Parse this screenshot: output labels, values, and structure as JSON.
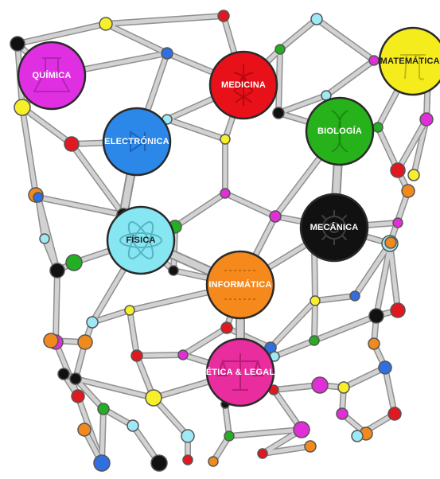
{
  "hubs": [
    {
      "key": "quimica",
      "label": "QUÍMICA",
      "color": "#e02fe2",
      "emblem": "flask-icon"
    },
    {
      "key": "medicina",
      "label": "MEDICINA",
      "color": "#e8111a",
      "emblem": "caduceus-icon"
    },
    {
      "key": "matematicas",
      "label": "MATEMÁTICAS",
      "color": "#f5ec1d",
      "emblem": "pi-icon"
    },
    {
      "key": "electronica",
      "label": "ELECTRÓNICA",
      "color": "#2b87e8",
      "emblem": "diode-icon"
    },
    {
      "key": "biologia",
      "label": "BIOLOGÍA",
      "color": "#27b21c",
      "emblem": "dna-icon"
    },
    {
      "key": "fisica",
      "label": "FÍSICA",
      "color": "#86e6f2",
      "emblem": "atom-icon"
    },
    {
      "key": "mecanica",
      "label": "MECÁNICA",
      "color": "#111111",
      "emblem": "gear-icon"
    },
    {
      "key": "informatica",
      "label": "INFORMÁTICA",
      "color": "#f6891c",
      "emblem": "binary-icon"
    },
    {
      "key": "etica_legal",
      "label": "ÉTICA & LEGAL",
      "color": "#e92d9e",
      "emblem": "scales-icon"
    }
  ],
  "atom_colors": {
    "yellow": "#f7ef2a",
    "blue": "#2f6fe0",
    "cyan": "#9ee9f5",
    "green": "#22b022",
    "red": "#e01820",
    "magenta": "#e02fd6",
    "orange": "#f08a1e",
    "black": "#111111"
  }
}
